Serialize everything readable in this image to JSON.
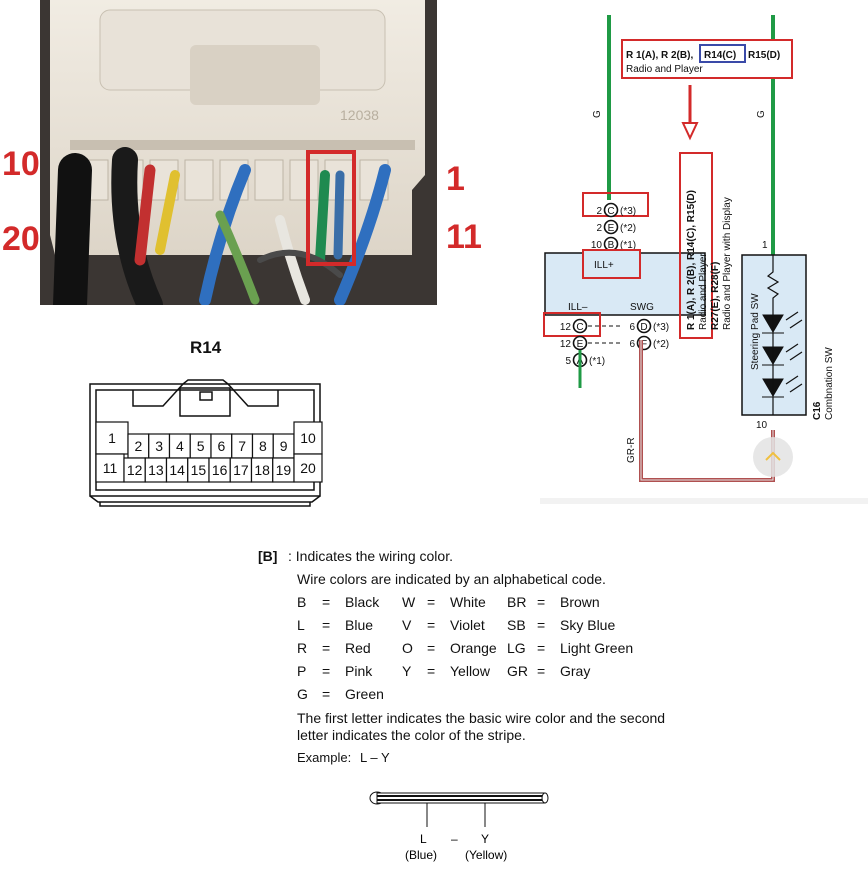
{
  "photo": {
    "pin_labels": [
      "10",
      "20",
      "1",
      "11"
    ],
    "connector_code": "12038"
  },
  "connector": {
    "title": "R14",
    "top_row": [
      "1",
      "2",
      "3",
      "4",
      "5",
      "6",
      "7",
      "8",
      "9",
      "10"
    ],
    "bottom_row": [
      "11",
      "12",
      "13",
      "14",
      "15",
      "16",
      "17",
      "18",
      "19",
      "20"
    ]
  },
  "schematic": {
    "top_box_pre": "R 1(A), R 2(B),",
    "top_box_highlight": "R14(C)",
    "top_box_post": "R15(D)",
    "top_box_sub": "Radio and Player",
    "wire_g_left": "G",
    "wire_g_right": "G",
    "wire_grr": "GR-R",
    "left_pins": [
      {
        "num": "2",
        "letter": "C",
        "note": "(*3)"
      },
      {
        "num": "2",
        "letter": "E",
        "note": "(*2)"
      },
      {
        "num": "10",
        "letter": "B",
        "note": "(*1)"
      }
    ],
    "ill_plus": "ILL+",
    "ill_minus": "ILL–",
    "swg": "SWG",
    "lower_pins_left": [
      {
        "num": "12",
        "letter": "C"
      },
      {
        "num": "12",
        "letter": "E"
      },
      {
        "num": "5",
        "letter": "A",
        "note": "(*1)"
      }
    ],
    "lower_pins_right": [
      {
        "num": "6",
        "letter": "D",
        "note": "(*3)"
      },
      {
        "num": "6",
        "letter": "F",
        "note": "(*2)"
      }
    ],
    "vertical_box_line1": "R 1(A), R 2(B), R14(C), R15(D)",
    "vertical_box_line2": "Radio and Player",
    "vertical_line3": "R27(E), R28(F)",
    "vertical_line4": "Radio and Player with Display",
    "right_pin_top": "1",
    "right_pin_bottom": "10",
    "steering_sw": "Steering Pad SW",
    "c16": "C16",
    "combination_sw": "Combnation SW"
  },
  "legend": {
    "tag": "[B]",
    "heading": ": Indicates the wiring color.",
    "intro": "Wire colors are indicated by an alphabetical code.",
    "rows": [
      [
        [
          "B",
          "Black"
        ],
        [
          "W",
          "White"
        ],
        [
          "BR",
          "Brown"
        ]
      ],
      [
        [
          "L",
          "Blue"
        ],
        [
          "V",
          "Violet"
        ],
        [
          "SB",
          "Sky Blue"
        ]
      ],
      [
        [
          "R",
          "Red"
        ],
        [
          "O",
          "Orange"
        ],
        [
          "LG",
          "Light Green"
        ]
      ],
      [
        [
          "P",
          "Pink"
        ],
        [
          "Y",
          "Yellow"
        ],
        [
          "GR",
          "Gray"
        ]
      ],
      [
        [
          "G",
          "Green"
        ]
      ]
    ],
    "eq": "=",
    "desc": "The first letter indicates the basic wire color and the second letter indicates the color of the stripe.",
    "example_label": "Example:",
    "example_code": "L – Y",
    "wire_left_code": "L",
    "wire_dash": "–",
    "wire_right_code": "Y",
    "wire_left_name": "(Blue)",
    "wire_right_name": "(Yellow)"
  },
  "colors": {
    "highlight_red": "#d32a2a",
    "highlight_blue": "#3a4aa8",
    "wire_green": "#1f9a45",
    "wire_grr": "#b05050",
    "box_fill": "#d9e9f5"
  }
}
